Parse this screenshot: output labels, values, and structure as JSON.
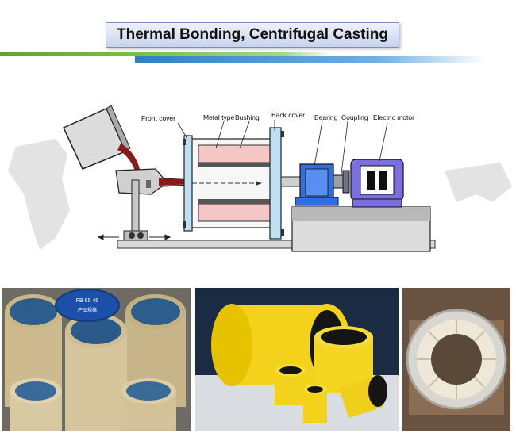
{
  "title": "Thermal Bonding, Centrifugal Casting",
  "diagram": {
    "labels": {
      "front_cover": "Front cover",
      "metal_type": "Metal type",
      "bushing": "Bushing",
      "back_cover": "Back cover",
      "bearing": "Bearing",
      "coupling": "Coupling",
      "electric_motor": "Electric motor"
    }
  },
  "photos": {
    "bushing_lid_text_1": "FB 65 45",
    "bushing_lid_text_2": "产品规格"
  },
  "colors": {
    "accent_green": "#7cc043",
    "accent_blue": "#2f7fc4",
    "molten_metal": "#8a1a1a",
    "bushing_pink": "#f4c6c6",
    "motor_purple": "#7b6fe0",
    "yellow_paint": "#f2d21b"
  }
}
